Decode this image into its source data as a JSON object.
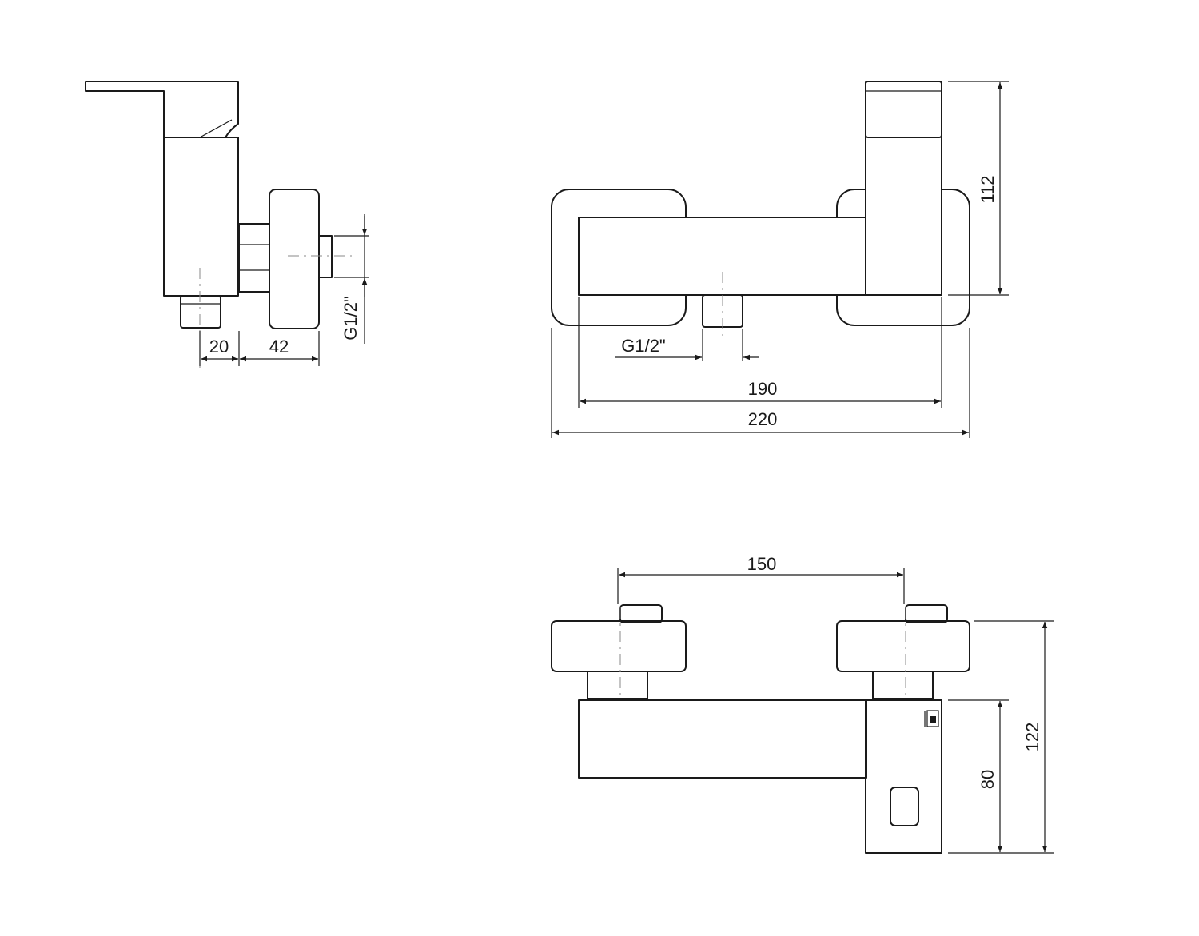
{
  "dimensions": {
    "side_outlet_offset": "20",
    "side_depth": "42",
    "side_thread": "G1/2\"",
    "front_height": "112",
    "front_thread": "G1/2\"",
    "front_centers_inner": "190",
    "front_overall_width": "220",
    "top_centers": "150",
    "top_body_depth": "80",
    "top_overall_depth": "122"
  }
}
